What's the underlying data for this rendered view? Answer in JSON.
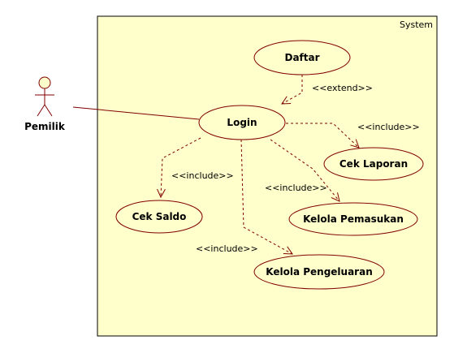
{
  "colors": {
    "system_fill": "#FFFFCC",
    "usecase_fill": "#FFFFCC",
    "actor_head_fill": "#FFFFCC",
    "line": "#800000",
    "frame": "#000000"
  },
  "system": {
    "label": "System"
  },
  "actor": {
    "name": "Pemilik"
  },
  "use_cases": {
    "daftar": "Daftar",
    "login": "Login",
    "cek_laporan": "Cek Laporan",
    "cek_saldo": "Cek Saldo",
    "kelola_pemasukan": "Kelola Pemasukan",
    "kelola_pengeluaran": "Kelola Pengeluaran"
  },
  "relationships": {
    "extend_daftar": "<<extend>>",
    "include_cek_laporan": "<<include>>",
    "include_cek_saldo": "<<include>>",
    "include_kelola_pemasukan": "<<include>>",
    "include_kelola_pengeluaran": "<<include>>"
  }
}
